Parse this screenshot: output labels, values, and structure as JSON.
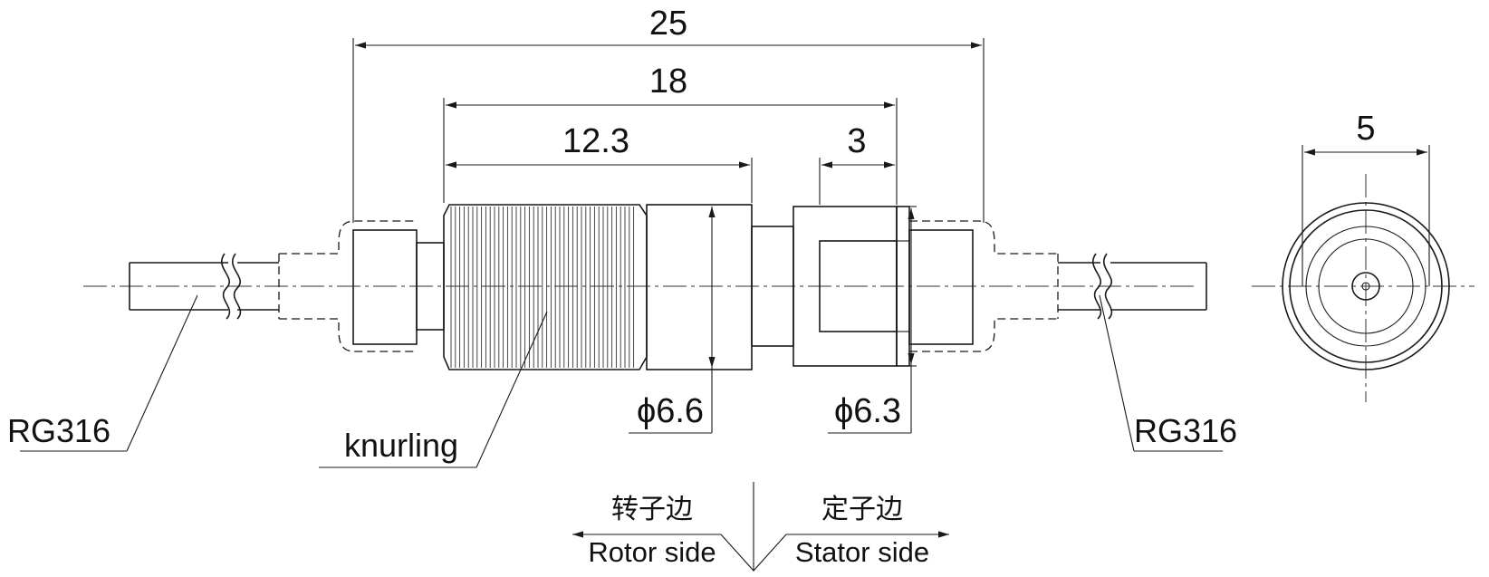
{
  "dimensions": {
    "overall": "25",
    "middle": "18",
    "knurl_length": "12.3",
    "stator_nut": "3",
    "end_view": "5",
    "dia_rotor": "ϕ6.6",
    "dia_stator": "ϕ6.3"
  },
  "callouts": {
    "cable_left": "RG316",
    "knurling": "knurling",
    "cable_right": "RG316"
  },
  "sides": {
    "rotor_cn": "转子边",
    "rotor_en": "Rotor side",
    "stator_cn": "定子边",
    "stator_en": "Stator side"
  }
}
